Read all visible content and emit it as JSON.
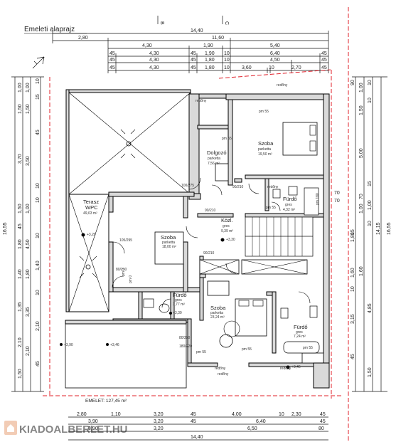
{
  "title": "Emeleti alaprajz",
  "axis_markers": [
    "B",
    "C"
  ],
  "area_total": "EMELET: 127,45 m²",
  "watermark": "KIADOALBERLET.HU",
  "dims_top": {
    "row1": [
      "14,40"
    ],
    "row2": [
      "2,80",
      "11,60"
    ],
    "row3": [
      "4,30",
      "1,90",
      "5,40"
    ],
    "row4": [
      "45",
      "4,30",
      "45",
      "1,90",
      "10",
      "6,40",
      "45"
    ],
    "row5": [
      "45",
      "4,30",
      "45",
      "1,80",
      "10",
      "4,50",
      "45"
    ],
    "row6": [
      "45",
      "4,30",
      "45",
      "1,80",
      "10",
      "3,60",
      "10",
      "2,70",
      "45"
    ]
  },
  "dims_bottom": {
    "row1": [
      "2,80",
      "1,10",
      "3,20",
      "45",
      "4,00",
      "10",
      "2,30",
      "45"
    ],
    "row2": [
      "3,90",
      "3,20",
      "45",
      "6,40",
      "45"
    ],
    "row3": [
      "3,90",
      "3,20",
      "6,50",
      "80"
    ],
    "row4": [
      "14,40"
    ]
  },
  "dims_left": {
    "total": "16,55",
    "outer": [
      "1,00",
      "1,50",
      "3,70",
      "1,50",
      "45",
      "1,80",
      "1,40",
      "1,35",
      "2,10",
      "1,50"
    ],
    "inner": [
      "1,00",
      "1,50",
      "3,50",
      "1,00",
      "4,50",
      "1,80",
      "3,35",
      "2,10"
    ],
    "small": [
      "10",
      "15",
      "45",
      "10",
      "10",
      "10",
      "1,40",
      "10",
      "2,10",
      "45"
    ]
  },
  "dims_right": {
    "total": "16,55",
    "outer": [
      "1,00",
      "1,50",
      "5,00",
      "70",
      "1,00",
      "1,60",
      "14,15",
      "15",
      "4,85",
      "3,15",
      "1,50"
    ],
    "inner": [
      "90",
      "10",
      "10",
      "15",
      "1,00",
      "10",
      "1,80",
      "1,60",
      "10",
      "45"
    ]
  },
  "rooms": [
    {
      "name": "Terasz",
      "floor": "WPC",
      "area": "49,63 m²"
    },
    {
      "name": "Dolgozó",
      "floor": "parketta",
      "area": "7,56 m²"
    },
    {
      "name": "Szoba",
      "floor": "parketta",
      "area": "19,50 m²"
    },
    {
      "name": "Fürdő",
      "floor": "gres",
      "area": "4,32 m²"
    },
    {
      "name": "Közl.",
      "floor": "gres",
      "area": "9,39 m²"
    },
    {
      "name": "Szoba",
      "floor": "parketta",
      "area": "18,00 m²"
    },
    {
      "name": "Fürdő",
      "floor": "gres",
      "area": "3,77 m²"
    },
    {
      "name": "Szoba",
      "floor": "parketta",
      "area": "23,24 m²"
    },
    {
      "name": "Fürdő",
      "floor": "gres",
      "area": "7,24 m²"
    }
  ],
  "levels": [
    "+3,29",
    "+3,30",
    "+3,46",
    "+3,30",
    "+3,46",
    "+3,90"
  ],
  "window_labels": [
    "redőny",
    "redőny",
    "redőny",
    "redőny",
    "redőny",
    "redőny"
  ],
  "opening_labels": [
    "pm 55",
    "pm 55",
    "pm 55",
    "pm 55",
    "pm 55",
    "pm 180",
    "pm 55",
    "pm 0",
    "pm 0"
  ],
  "door_labels": [
    "90/210",
    "100/275",
    "90/210",
    "90/210",
    "105/295",
    "80/210",
    "80/220",
    "180/220"
  ],
  "colors": {
    "wall_fill": "#d9d9d9",
    "line": "#000000",
    "red_line": "#e0202a",
    "watermark": "#e8a47a"
  }
}
